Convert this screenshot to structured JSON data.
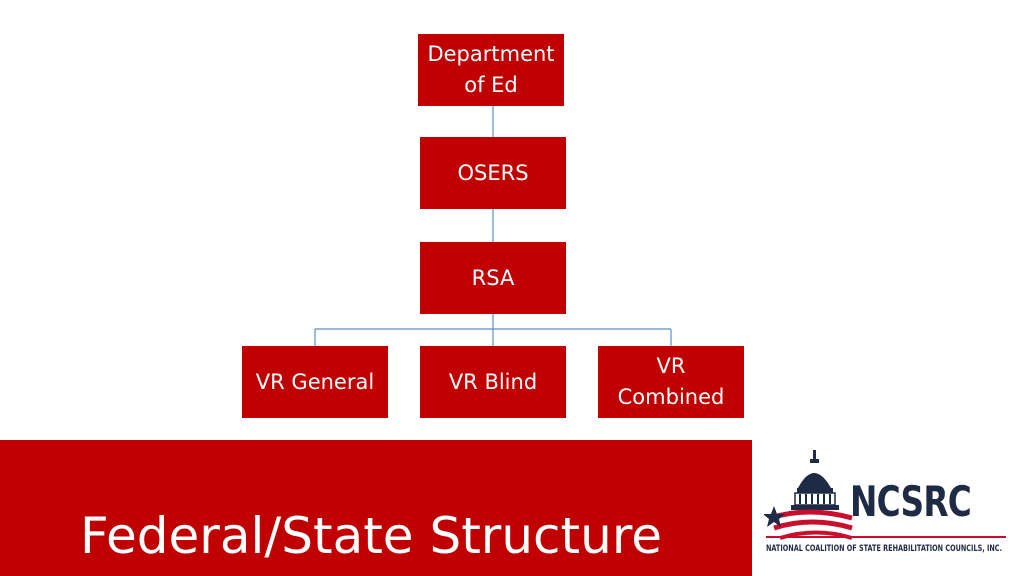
{
  "diagram": {
    "nodes": {
      "department_of_ed": "Department\nof Ed",
      "osers": "OSERS",
      "rsa": "RSA",
      "vr_general": "VR General",
      "vr_blind": "VR Blind",
      "vr_combined": "VR\nCombined"
    },
    "edges": [
      [
        "department_of_ed",
        "osers"
      ],
      [
        "osers",
        "rsa"
      ],
      [
        "rsa",
        "vr_general"
      ],
      [
        "rsa",
        "vr_blind"
      ],
      [
        "rsa",
        "vr_combined"
      ]
    ],
    "colors": {
      "box_fill": "#c00000",
      "box_text": "#ffffff",
      "connector": "#5b8fc9"
    }
  },
  "footer": {
    "title": "Federal/State Structure",
    "band_color": "#c00000"
  },
  "logo": {
    "wordmark": "NCSRC",
    "tagline": "NATIONAL COALITION OF STATE REHABILITATION COUNCILS, INC.",
    "icon": "capitol-dome-flag-icon",
    "colors": {
      "navy": "#1f2a44",
      "red": "#c8102e"
    }
  }
}
